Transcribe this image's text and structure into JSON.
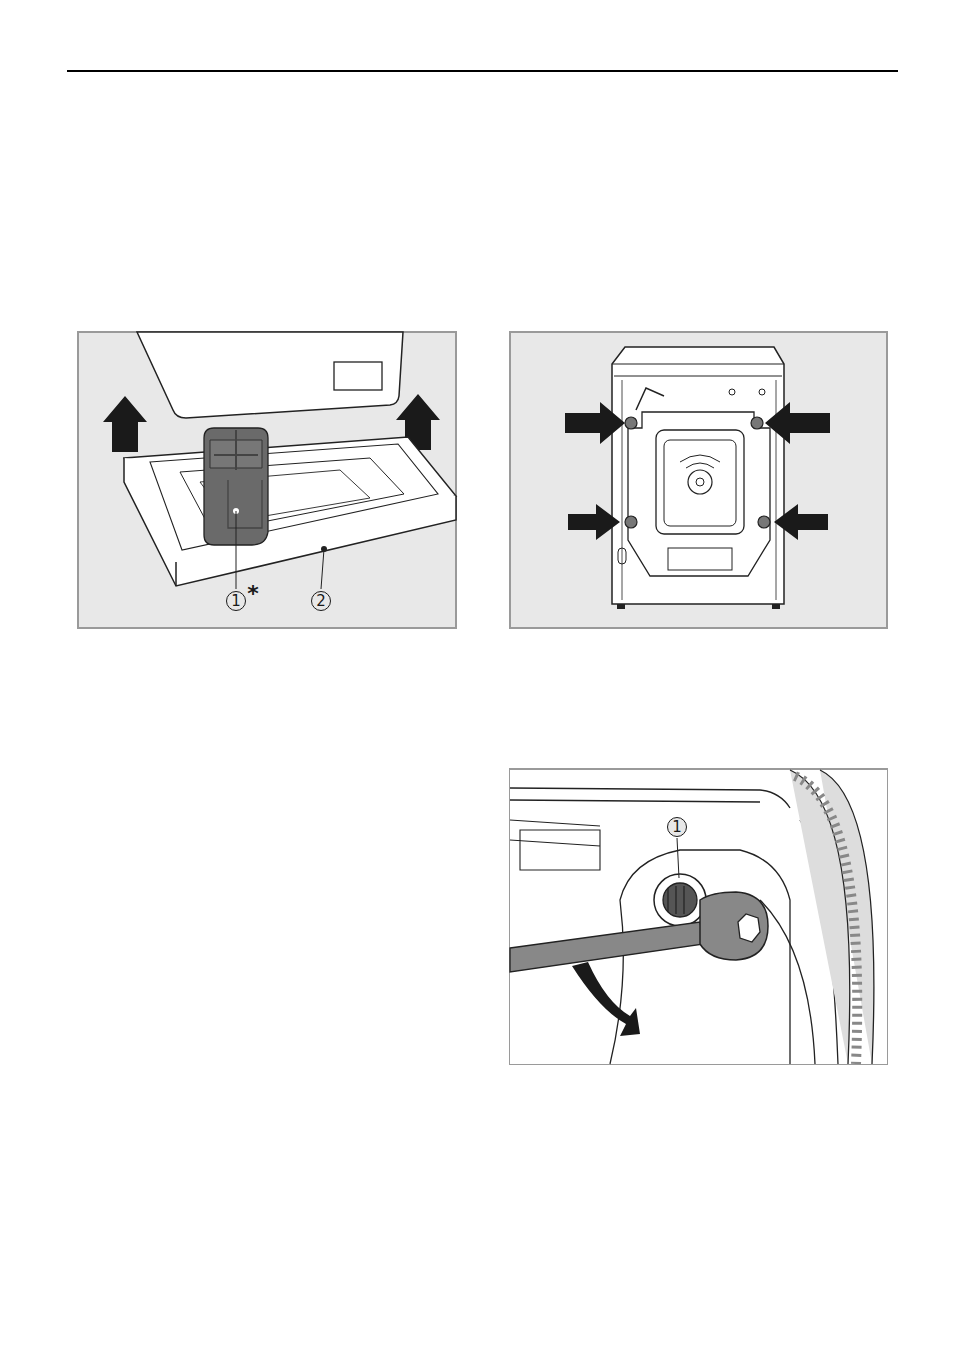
{
  "diagram": {
    "labels": [
      "1",
      "*",
      "2",
      "1"
    ]
  }
}
